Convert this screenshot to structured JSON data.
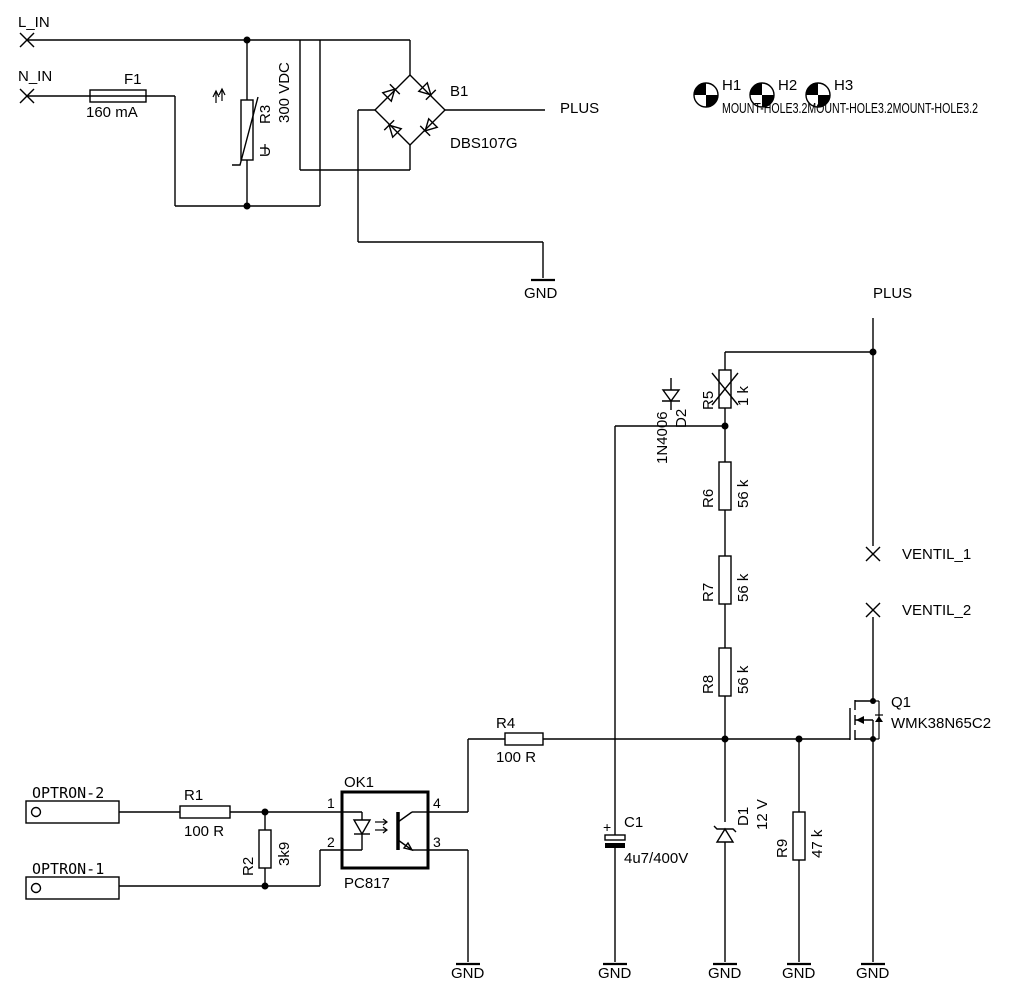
{
  "nets": {
    "l_in": "L_IN",
    "n_in": "N_IN",
    "plus_top": "PLUS",
    "plus_right": "PLUS",
    "gnd": "GND",
    "ventil_1": "VENTIL_1",
    "ventil_2": "VENTIL_2"
  },
  "components": {
    "f1": {
      "ref": "F1",
      "value": "160 mA"
    },
    "r3": {
      "ref": "R3",
      "value": "300 VDC",
      "mark": "U"
    },
    "b1": {
      "ref": "B1",
      "value": "DBS107G"
    },
    "h1": {
      "ref": "H1"
    },
    "h2": {
      "ref": "H2"
    },
    "h3": {
      "ref": "H3"
    },
    "holes_overlap": "MOUNT-HOLE3.2MOUNT-HOLE3.2MOUNT-HOLE3.2",
    "d2": {
      "ref": "D2",
      "value": "1N4006"
    },
    "r5": {
      "ref": "R5",
      "value": "1 k"
    },
    "r6": {
      "ref": "R6",
      "value": "56 k"
    },
    "r7": {
      "ref": "R7",
      "value": "56 k"
    },
    "r8": {
      "ref": "R8",
      "value": "56 k"
    },
    "q1": {
      "ref": "Q1",
      "value": "WMK38N65C2"
    },
    "r4": {
      "ref": "R4",
      "value": "100 R"
    },
    "ok1": {
      "ref": "OK1",
      "value": "PC817",
      "pin1": "1",
      "pin2": "2",
      "pin3": "3",
      "pin4": "4"
    },
    "r1": {
      "ref": "R1",
      "value": "100 R"
    },
    "r2": {
      "ref": "R2",
      "value": "3k9"
    },
    "c1": {
      "ref": "C1",
      "value": "4u7/400V",
      "polarity": "+"
    },
    "d1": {
      "ref": "D1",
      "value": "12 V"
    },
    "r9": {
      "ref": "R9",
      "value": "47 k"
    }
  },
  "connectors": {
    "optron_2": "OPTRON-2",
    "optron_1": "OPTRON-1"
  }
}
